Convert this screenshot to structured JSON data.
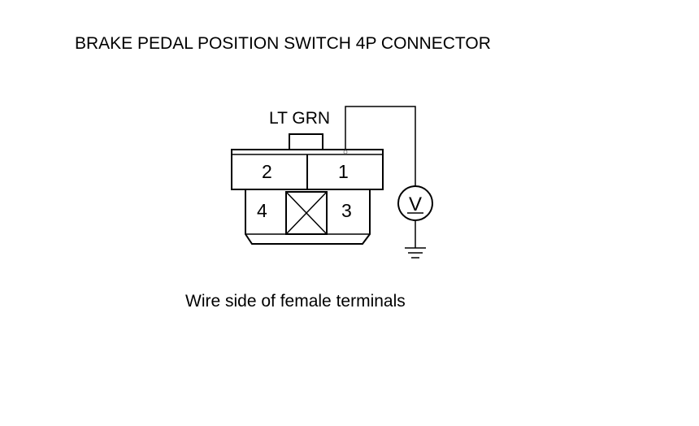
{
  "title": "BRAKE PEDAL POSITION SWITCH 4P CONNECTOR",
  "wire_color_label": "LT GRN",
  "caption": "Wire side of female terminals",
  "terminals": {
    "t1": "1",
    "t2": "2",
    "t3": "3",
    "t4": "4"
  },
  "meter": {
    "symbol": "V",
    "icon": "voltmeter-icon"
  },
  "ground": {
    "icon": "ground-icon"
  }
}
